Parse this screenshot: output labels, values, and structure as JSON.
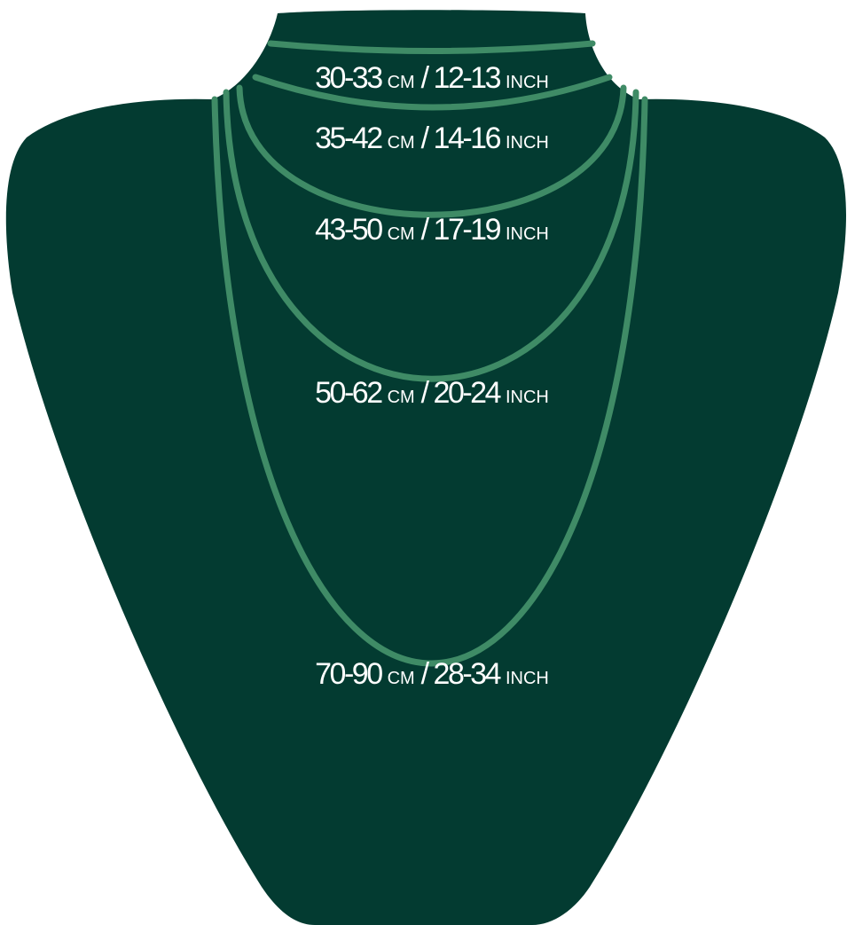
{
  "colors": {
    "bust": "#033b31",
    "chain": "#3f8b66",
    "label": "#ffffff",
    "background": "#ffffff"
  },
  "sizes": [
    {
      "cm": "30-33",
      "cm_unit": "CM",
      "separator": "/",
      "inch": "12-13",
      "inch_unit": "INCH"
    },
    {
      "cm": "35-42",
      "cm_unit": "CM",
      "separator": "/",
      "inch": "14-16",
      "inch_unit": "INCH"
    },
    {
      "cm": "43-50",
      "cm_unit": "CM",
      "separator": "/",
      "inch": "17-19",
      "inch_unit": "INCH"
    },
    {
      "cm": "50-62",
      "cm_unit": "CM",
      "separator": "/",
      "inch": "20-24",
      "inch_unit": "INCH"
    },
    {
      "cm": "70-90",
      "cm_unit": "CM",
      "separator": "/",
      "inch": "28-34",
      "inch_unit": "INCH"
    }
  ]
}
